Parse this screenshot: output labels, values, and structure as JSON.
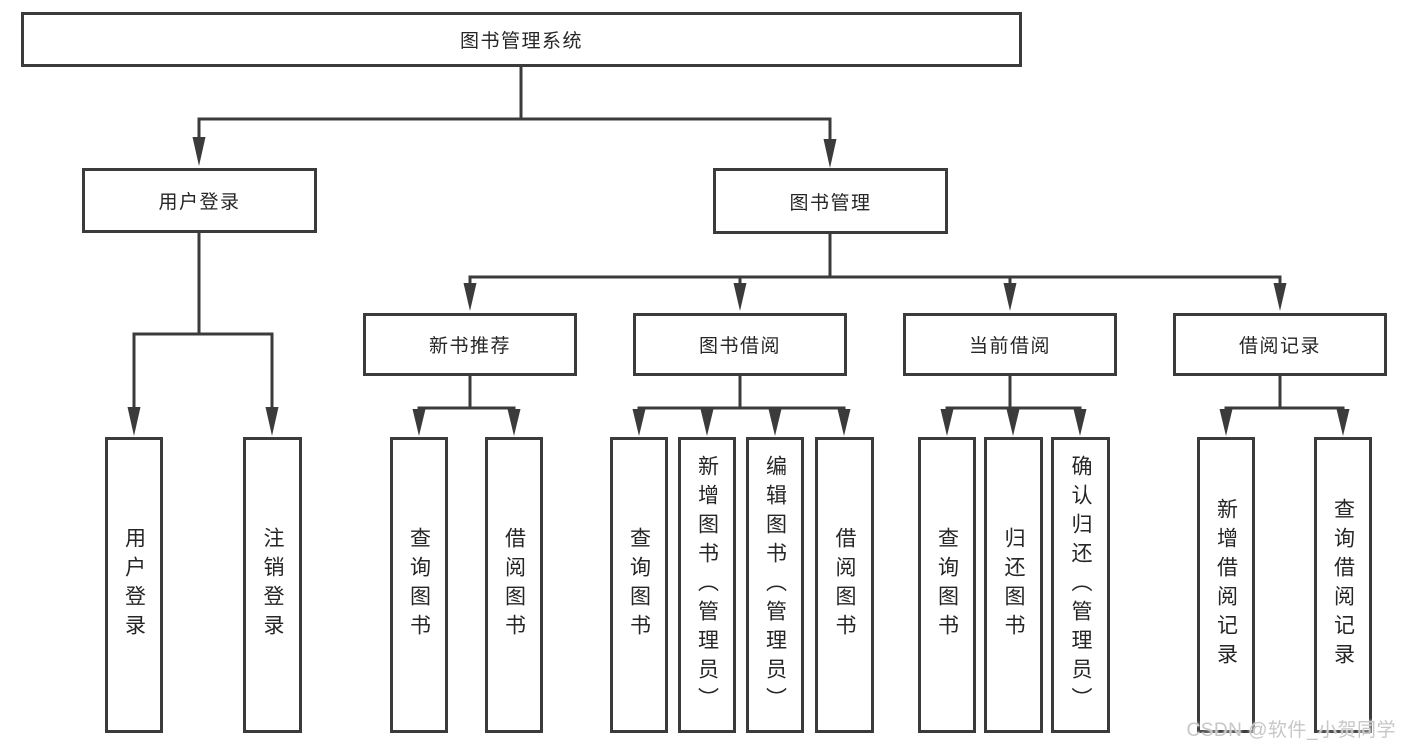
{
  "diagram": {
    "root": {
      "label": "图书管理系统"
    },
    "branches": [
      {
        "label": "用户登录",
        "children": [
          {
            "label": "用户登录"
          },
          {
            "label": "注销登录"
          }
        ]
      },
      {
        "label": "图书管理",
        "children": [
          {
            "label": "新书推荐",
            "children": [
              {
                "label": "查询图书"
              },
              {
                "label": "借阅图书"
              }
            ]
          },
          {
            "label": "图书借阅",
            "children": [
              {
                "label": "查询图书"
              },
              {
                "label": "新增图书（管理员）"
              },
              {
                "label": "编辑图书（管理员）"
              },
              {
                "label": "借阅图书"
              }
            ]
          },
          {
            "label": "当前借阅",
            "children": [
              {
                "label": "查询图书"
              },
              {
                "label": "归还图书"
              },
              {
                "label": "确认归还（管理员）"
              }
            ]
          },
          {
            "label": "借阅记录",
            "children": [
              {
                "label": "新增借阅记录"
              },
              {
                "label": "查询借阅记录"
              }
            ]
          }
        ]
      }
    ],
    "colors": {
      "line": "#3b3b3b",
      "text": "#262626",
      "background": "#ffffff"
    }
  },
  "watermark": {
    "text": "CSDN @软件_小贺同学",
    "color": "#c7c7c7"
  }
}
